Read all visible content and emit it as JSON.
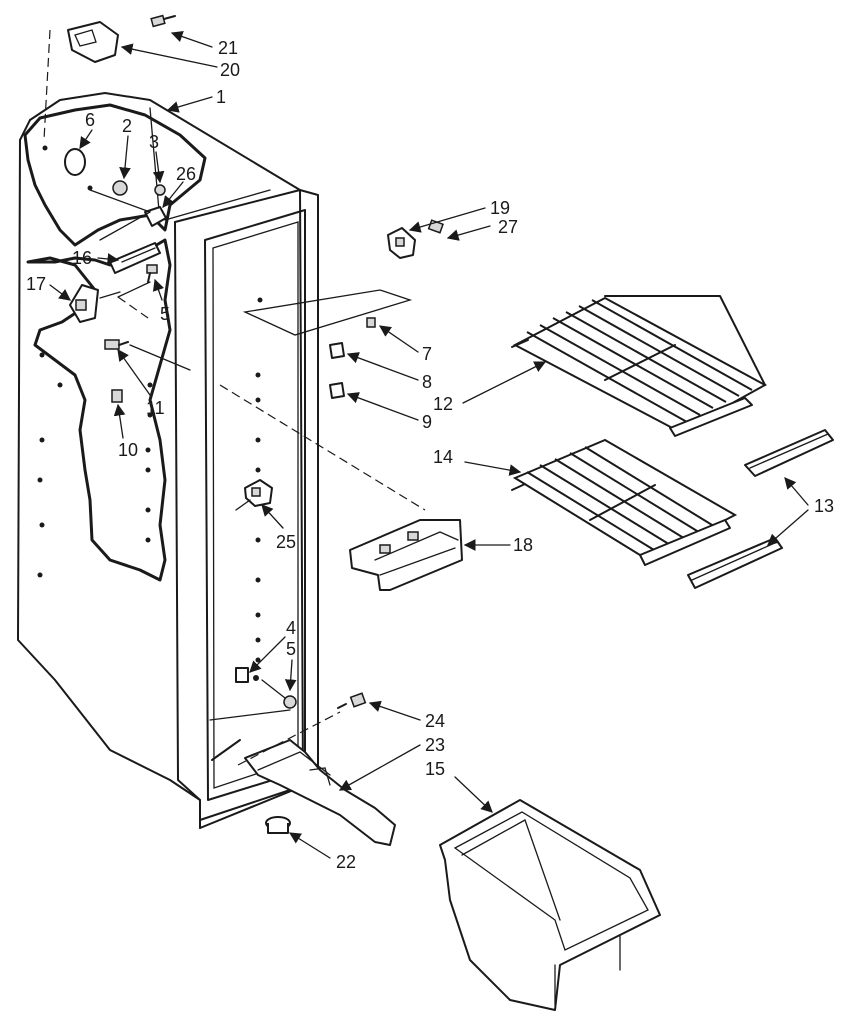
{
  "callouts": {
    "c1": "1",
    "c2": "2",
    "c3": "3",
    "c4": "4",
    "c5a": "5",
    "c5b": "5",
    "c6": "6",
    "c7": "7",
    "c8": "8",
    "c9": "9",
    "c10": "10",
    "c11": "11",
    "c12": "12",
    "c13": "13",
    "c14": "14",
    "c15": "15",
    "c16": "16",
    "c17": "17",
    "c18": "18",
    "c19": "19",
    "c20": "20",
    "c21": "21",
    "c22": "22",
    "c23": "23",
    "c24": "24",
    "c25": "25",
    "c26": "26",
    "c27": "27"
  }
}
